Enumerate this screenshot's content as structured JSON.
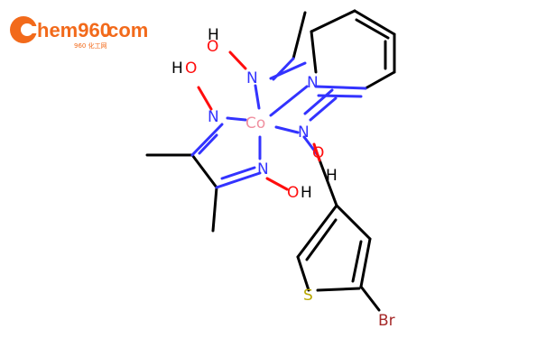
{
  "logo": {
    "text": "hem960",
    "suffix": ".com",
    "subtitle": "960 化工网",
    "colors": {
      "orange": "#f26a1b",
      "white": "#ffffff"
    }
  },
  "molecule": {
    "center_label": "Co",
    "n_label": "N",
    "o_label": "O",
    "h_label": "H",
    "s_label": "S",
    "br_label": "Br",
    "colors": {
      "bond": "#000000",
      "nitrogen": "#3333ff",
      "oxygen": "#ff0d0d",
      "hydrogen": "#000000",
      "cobalt": "#f090a0",
      "sulfur": "#b8a800",
      "bromine": "#a62929"
    }
  }
}
